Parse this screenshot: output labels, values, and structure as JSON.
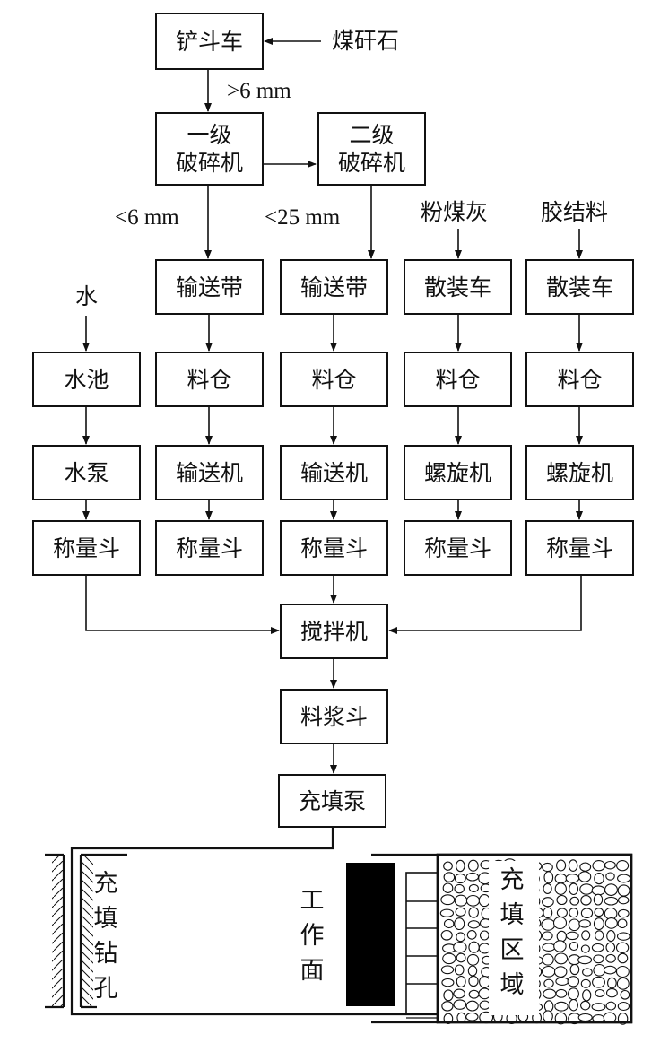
{
  "title": "煤矸石充填工艺流程",
  "top": {
    "source": "煤矸石",
    "loader": "铲斗车",
    "size_gt": ">6 mm",
    "crusher1": [
      "一级",
      "破碎机"
    ],
    "crusher2": [
      "二级",
      "破碎机"
    ],
    "size_lt6": "<6 mm",
    "size_lt25": "<25 mm"
  },
  "inputs": {
    "water": "水",
    "flyash": "粉煤灰",
    "binder": "胶结料"
  },
  "columns": [
    {
      "row1": "",
      "row2": "水池",
      "row3": "水泵",
      "row4": "称量斗"
    },
    {
      "row1": "输送带",
      "row2": "料仓",
      "row3": "输送机",
      "row4": "称量斗"
    },
    {
      "row1": "输送带",
      "row2": "料仓",
      "row3": "输送机",
      "row4": "称量斗"
    },
    {
      "row1": "散装车",
      "row2": "料仓",
      "row3": "螺旋机",
      "row4": "称量斗"
    },
    {
      "row1": "散装车",
      "row2": "料仓",
      "row3": "螺旋机",
      "row4": "称量斗"
    }
  ],
  "mixing": {
    "mixer": "搅拌机",
    "slurry_hopper": "料浆斗",
    "fill_pump": "充填泵"
  },
  "underground": {
    "borehole": [
      "充",
      "填",
      "钻",
      "孔"
    ],
    "working_face": [
      "工",
      "作",
      "面"
    ],
    "fill_zone": [
      "充",
      "填",
      "区",
      "域"
    ]
  }
}
